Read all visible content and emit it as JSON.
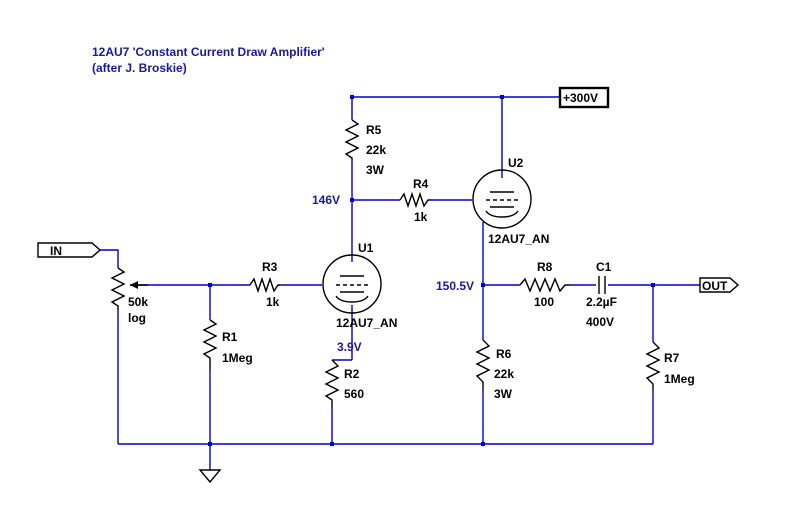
{
  "title_line1": "12AU7 'Constant Current Draw Amplifier'",
  "title_line2": "(after J. Broskie)",
  "colors": {
    "wire": "#0000cc",
    "component": "#000000",
    "annotation": "#1a1a99"
  },
  "ports": {
    "input": "IN",
    "output": "OUT",
    "supply": "+300V"
  },
  "voltages": {
    "u1_plate": "146V",
    "u1_cathode": "3.9V",
    "u2_cathode": "150.5V"
  },
  "components": {
    "pot": {
      "value": "50k",
      "taper": "log"
    },
    "R1": {
      "name": "R1",
      "value": "1Meg"
    },
    "R2": {
      "name": "R2",
      "value": "560"
    },
    "R3": {
      "name": "R3",
      "value": "1k"
    },
    "R4": {
      "name": "R4",
      "value": "1k"
    },
    "R5": {
      "name": "R5",
      "value": "22k",
      "rating": "3W"
    },
    "R6": {
      "name": "R6",
      "value": "22k",
      "rating": "3W"
    },
    "R7": {
      "name": "R7",
      "value": "1Meg"
    },
    "R8": {
      "name": "R8",
      "value": "100"
    },
    "C1": {
      "name": "C1",
      "value": "2.2µF",
      "rating": "400V"
    },
    "U1": {
      "name": "U1",
      "model": "12AU7_AN"
    },
    "U2": {
      "name": "U2",
      "model": "12AU7_AN"
    }
  }
}
